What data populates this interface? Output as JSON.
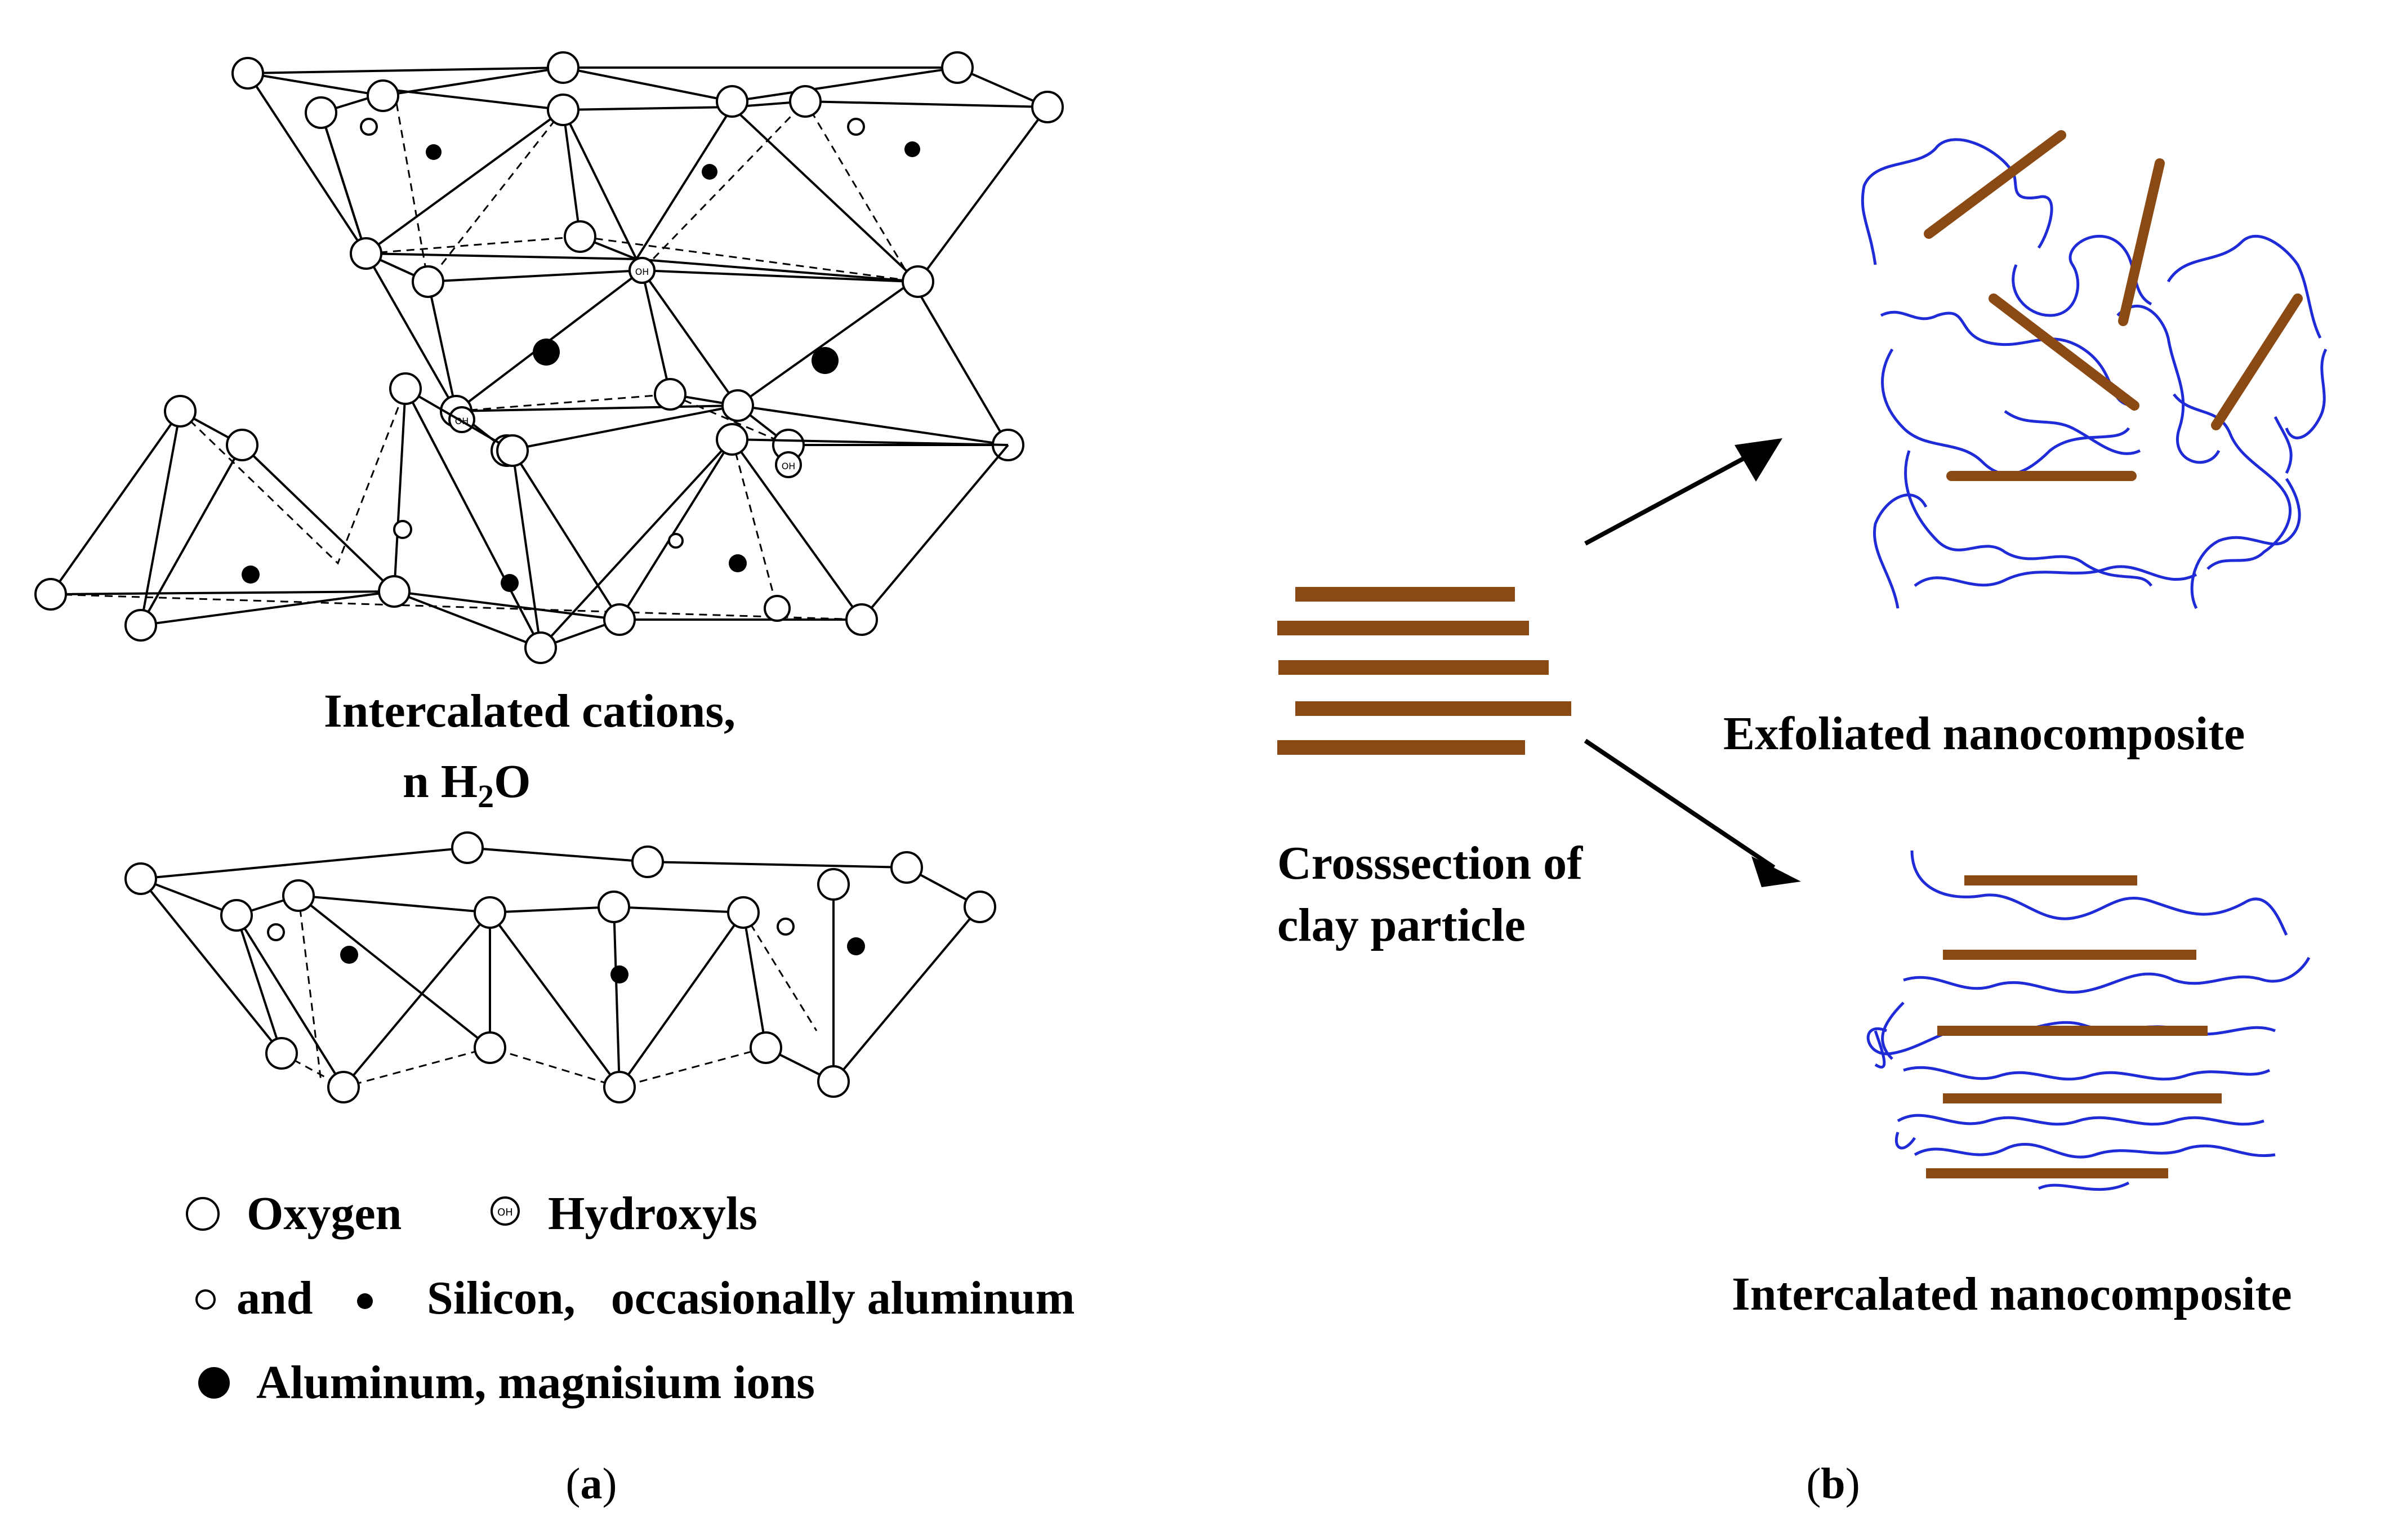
{
  "panel_a": {
    "interlayer_label_line1": "Intercalated cations,",
    "interlayer_label_line2_prefix": "n H",
    "interlayer_label_line2_sub": "2",
    "interlayer_label_line2_suffix": "O",
    "legend": {
      "oxygen": "Oxygen",
      "hydroxyls": "Hydroxyls",
      "hydroxyl_symbol": "OH",
      "and": "and",
      "silicon": "Silicon,   occasionally aluminum",
      "aluminum": "Aluminum, magnisium ions"
    },
    "caption_open": "(",
    "caption_letter": "a",
    "caption_close": ")"
  },
  "panel_b": {
    "clay_label_line1": "Crosssection of",
    "clay_label_line2": "clay particle",
    "exfoliated_label": "Exfoliated nanocomposite",
    "intercalated_label": "Intercalated nanocomposite",
    "caption_open": "(",
    "caption_letter": "b",
    "caption_close": ")"
  },
  "colors": {
    "clay_platelet": "#8B4A14",
    "polymer_chain": "#1F2BD6",
    "arrow": "#000000"
  }
}
